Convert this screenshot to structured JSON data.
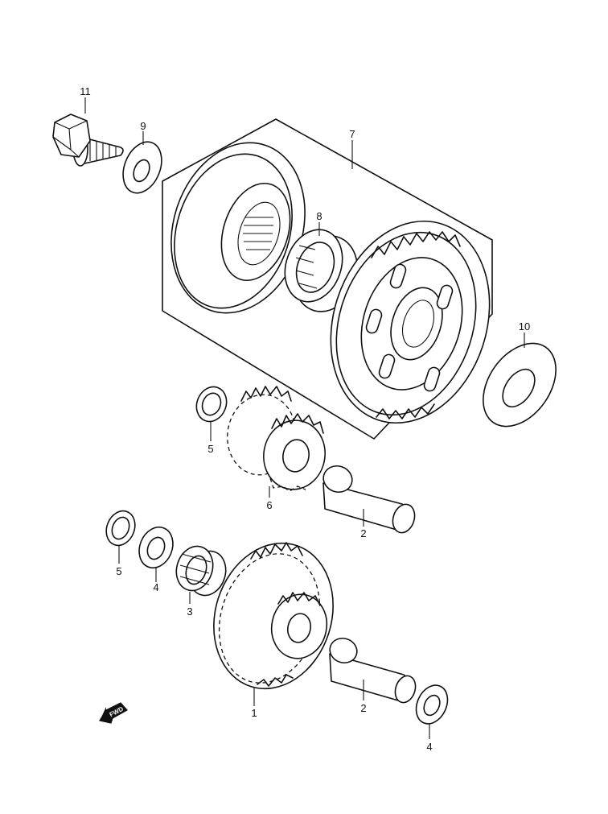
{
  "callouts": [
    {
      "id": "c11",
      "label": "11"
    },
    {
      "id": "c9",
      "label": "9"
    },
    {
      "id": "c7",
      "label": "7"
    },
    {
      "id": "c8",
      "label": "8"
    },
    {
      "id": "c10",
      "label": "10"
    },
    {
      "id": "c5a",
      "label": "5"
    },
    {
      "id": "c6",
      "label": "6"
    },
    {
      "id": "c2a",
      "label": "2"
    },
    {
      "id": "c5b",
      "label": "5"
    },
    {
      "id": "c4a",
      "label": "4"
    },
    {
      "id": "c3",
      "label": "3"
    },
    {
      "id": "c1",
      "label": "1"
    },
    {
      "id": "c2b",
      "label": "2"
    },
    {
      "id": "c4b",
      "label": "4"
    }
  ],
  "direction_badge": {
    "label": "FWD",
    "icon": "fwd-arrow-icon"
  },
  "colors": {
    "line": "#111111",
    "background": "#ffffff"
  }
}
